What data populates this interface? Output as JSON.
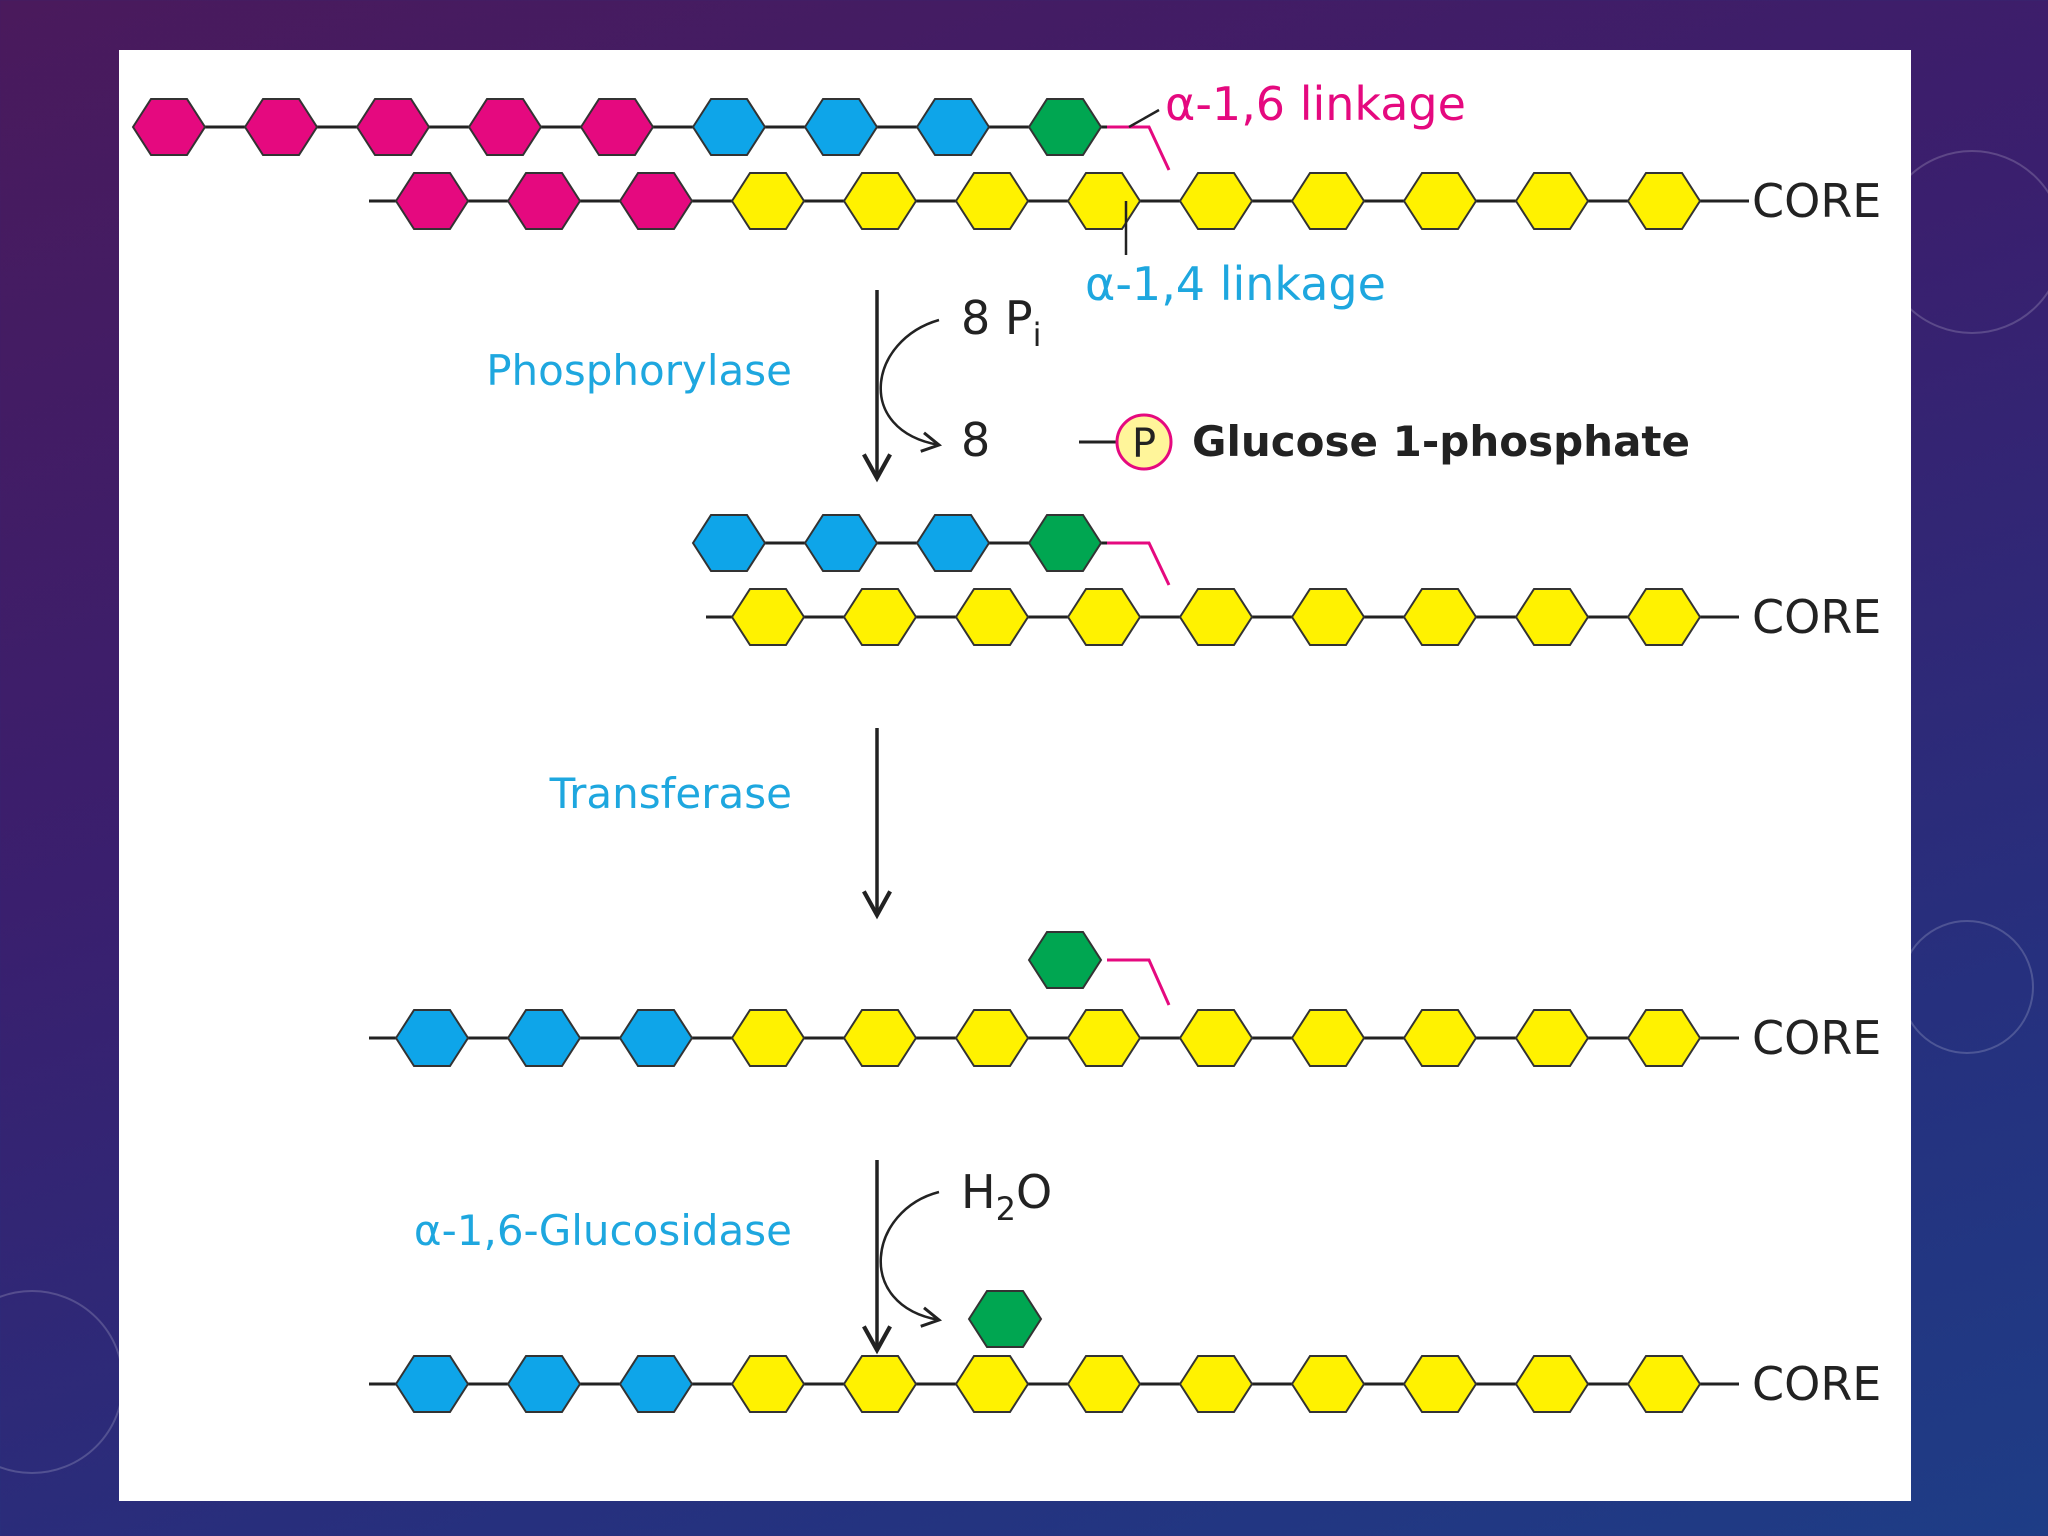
{
  "colors": {
    "background_start": "#4a1a5c",
    "background_end": "#1e3d86",
    "panel": "#ffffff",
    "magenta": "#e5097f",
    "blue": "#0ea5e9",
    "green": "#00a651",
    "yellow": "#fff200",
    "outline": "#333333",
    "label_blue": "#1ea7df",
    "label_magenta": "#e5097f",
    "text": "#222222"
  },
  "labels": {
    "alpha16_linkage": "α-1,6 linkage",
    "alpha14_linkage": "α-1,4 linkage",
    "core": "CORE",
    "phosphorylase": "Phosphorylase",
    "transferase": "Transferase",
    "glucosidase": "α-1,6-Glucosidase",
    "pi_count": "8 P",
    "pi_subscript": "i",
    "product_count": "8",
    "phosphate_symbol": "P",
    "glucose_1_phosphate": "Glucose 1-phosphate",
    "water_h": "H",
    "water_sub": "2",
    "water_o": "O"
  },
  "stages": [
    {
      "id": "stage1",
      "top_chain": [
        "magenta",
        "magenta",
        "magenta",
        "magenta",
        "magenta",
        "blue",
        "blue",
        "blue",
        "green"
      ],
      "bottom_chain": [
        "magenta",
        "magenta",
        "magenta",
        "yellow",
        "yellow",
        "yellow",
        "yellow",
        "yellow",
        "yellow",
        "yellow",
        "yellow",
        "yellow"
      ]
    },
    {
      "id": "stage2",
      "top_chain": [
        "blue",
        "blue",
        "blue",
        "green"
      ],
      "bottom_chain": [
        "yellow",
        "yellow",
        "yellow",
        "yellow",
        "yellow",
        "yellow",
        "yellow",
        "yellow",
        "yellow"
      ]
    },
    {
      "id": "stage3",
      "top_chain": [
        "green"
      ],
      "bottom_chain": [
        "blue",
        "blue",
        "blue",
        "yellow",
        "yellow",
        "yellow",
        "yellow",
        "yellow",
        "yellow",
        "yellow",
        "yellow",
        "yellow"
      ]
    },
    {
      "id": "stage4",
      "top_chain": [],
      "bottom_chain": [
        "blue",
        "blue",
        "blue",
        "yellow",
        "yellow",
        "yellow",
        "yellow",
        "yellow",
        "yellow",
        "yellow",
        "yellow",
        "yellow"
      ]
    }
  ]
}
